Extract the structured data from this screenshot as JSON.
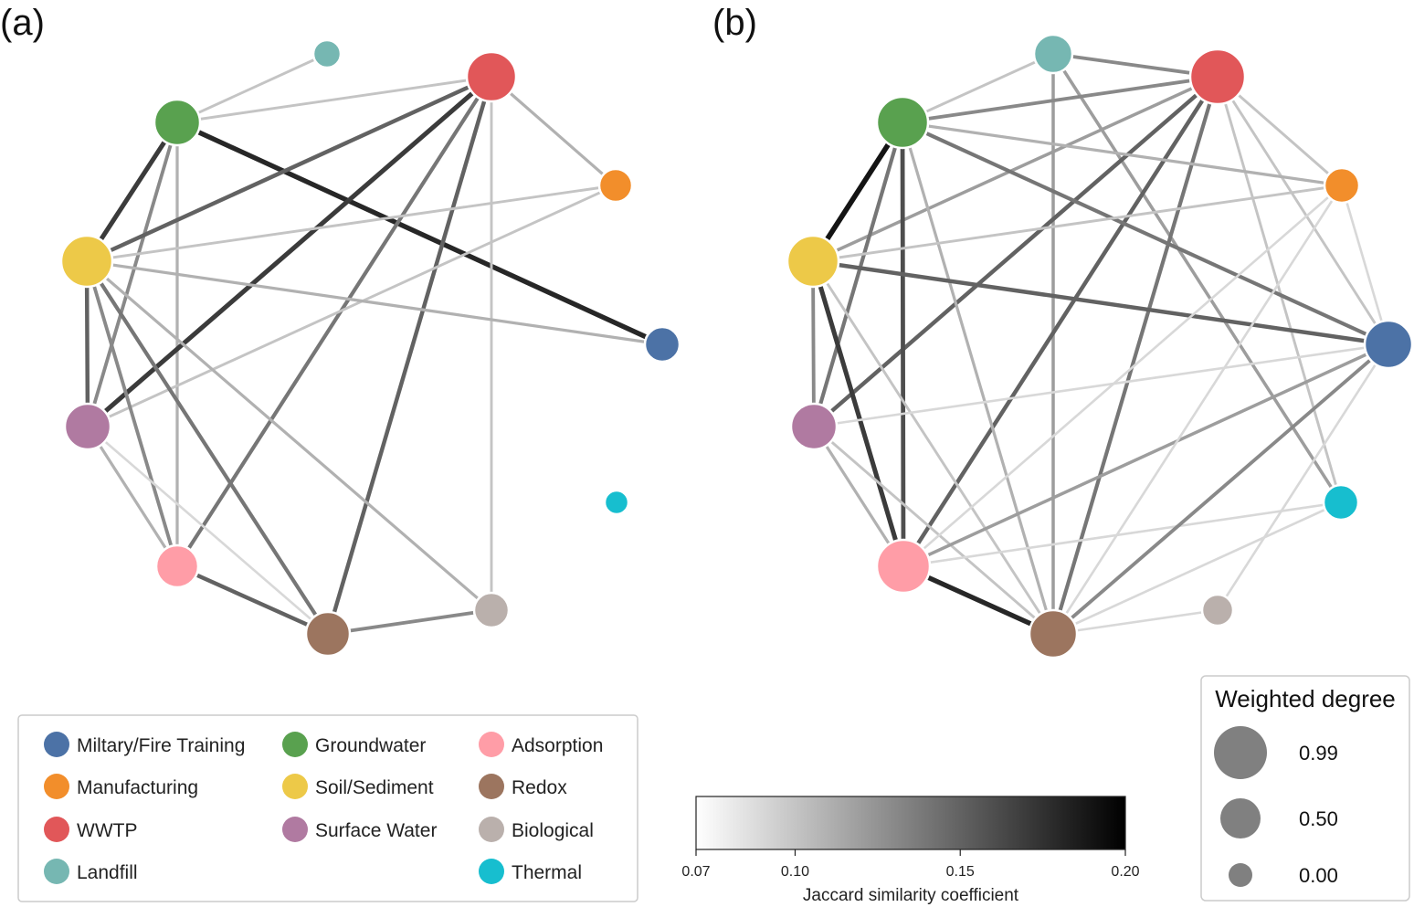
{
  "panels": [
    {
      "label": "(a)",
      "edges": [
        [
          "Groundwater",
          "Landfill",
          0.1
        ],
        [
          "Groundwater",
          "WWTP",
          0.1
        ],
        [
          "Groundwater",
          "Soil/Sediment",
          0.17
        ],
        [
          "Groundwater",
          "Surface Water",
          0.13
        ],
        [
          "Groundwater",
          "Adsorption",
          0.11
        ],
        [
          "Groundwater",
          "Miltary/Fire Training",
          0.18
        ],
        [
          "WWTP",
          "Manufacturing",
          0.11
        ],
        [
          "WWTP",
          "Soil/Sediment",
          0.15
        ],
        [
          "WWTP",
          "Surface Water",
          0.17
        ],
        [
          "WWTP",
          "Adsorption",
          0.14
        ],
        [
          "WWTP",
          "Redox",
          0.15
        ],
        [
          "WWTP",
          "Biological",
          0.1
        ],
        [
          "Manufacturing",
          "Soil/Sediment",
          0.1
        ],
        [
          "Manufacturing",
          "Surface Water",
          0.1
        ],
        [
          "Soil/Sediment",
          "Miltary/Fire Training",
          0.11
        ],
        [
          "Soil/Sediment",
          "Surface Water",
          0.15
        ],
        [
          "Soil/Sediment",
          "Adsorption",
          0.13
        ],
        [
          "Soil/Sediment",
          "Redox",
          0.14
        ],
        [
          "Soil/Sediment",
          "Biological",
          0.11
        ],
        [
          "Surface Water",
          "Adsorption",
          0.11
        ],
        [
          "Surface Water",
          "Redox",
          0.09
        ],
        [
          "Adsorption",
          "Redox",
          0.15
        ],
        [
          "Redox",
          "Biological",
          0.13
        ]
      ]
    },
    {
      "label": "(b)",
      "edges": [
        [
          "Landfill",
          "WWTP",
          0.13
        ],
        [
          "Landfill",
          "Groundwater",
          0.1
        ],
        [
          "Landfill",
          "Redox",
          0.12
        ],
        [
          "Landfill",
          "Thermal",
          0.12
        ],
        [
          "WWTP",
          "Groundwater",
          0.13
        ],
        [
          "WWTP",
          "Soil/Sediment",
          0.12
        ],
        [
          "WWTP",
          "Surface Water",
          0.15
        ],
        [
          "WWTP",
          "Adsorption",
          0.15
        ],
        [
          "WWTP",
          "Redox",
          0.14
        ],
        [
          "WWTP",
          "Manufacturing",
          0.1
        ],
        [
          "WWTP",
          "Miltary/Fire Training",
          0.1
        ],
        [
          "WWTP",
          "Thermal",
          0.1
        ],
        [
          "Groundwater",
          "Soil/Sediment",
          0.19
        ],
        [
          "Groundwater",
          "Surface Water",
          0.14
        ],
        [
          "Groundwater",
          "Adsorption",
          0.16
        ],
        [
          "Groundwater",
          "Redox",
          0.11
        ],
        [
          "Groundwater",
          "Miltary/Fire Training",
          0.14
        ],
        [
          "Groundwater",
          "Manufacturing",
          0.11
        ],
        [
          "Soil/Sediment",
          "Surface Water",
          0.13
        ],
        [
          "Soil/Sediment",
          "Adsorption",
          0.17
        ],
        [
          "Soil/Sediment",
          "Redox",
          0.1
        ],
        [
          "Soil/Sediment",
          "Miltary/Fire Training",
          0.15
        ],
        [
          "Soil/Sediment",
          "Manufacturing",
          0.1
        ],
        [
          "Surface Water",
          "Adsorption",
          0.11
        ],
        [
          "Surface Water",
          "Redox",
          0.1
        ],
        [
          "Surface Water",
          "Miltary/Fire Training",
          0.09
        ],
        [
          "Adsorption",
          "Redox",
          0.18
        ],
        [
          "Adsorption",
          "Miltary/Fire Training",
          0.12
        ],
        [
          "Adsorption",
          "Manufacturing",
          0.09
        ],
        [
          "Adsorption",
          "Thermal",
          0.09
        ],
        [
          "Redox",
          "Miltary/Fire Training",
          0.13
        ],
        [
          "Redox",
          "Biological",
          0.09
        ],
        [
          "Redox",
          "Manufacturing",
          0.09
        ],
        [
          "Redox",
          "Thermal",
          0.09
        ],
        [
          "Biological",
          "Miltary/Fire Training",
          0.09
        ],
        [
          "Manufacturing",
          "Miltary/Fire Training",
          0.09
        ]
      ]
    }
  ],
  "legend": [
    {
      "label": "Miltary/Fire Training",
      "color": "#4c72a6"
    },
    {
      "label": "Manufacturing",
      "color": "#f28e2b"
    },
    {
      "label": "WWTP",
      "color": "#e15759"
    },
    {
      "label": "Landfill",
      "color": "#76b7b2"
    },
    {
      "label": "Groundwater",
      "color": "#59a14f"
    },
    {
      "label": "Soil/Sediment",
      "color": "#edc948"
    },
    {
      "label": "Surface Water",
      "color": "#b07aa1"
    },
    {
      "label": "Adsorption",
      "color": "#ff9da7"
    },
    {
      "label": "Redox",
      "color": "#9c755f"
    },
    {
      "label": "Biological",
      "color": "#bab0ac"
    },
    {
      "label": "Thermal",
      "color": "#17becf"
    }
  ],
  "colorbar": {
    "min": 0.07,
    "max": 0.2,
    "ticks": [
      "0.07",
      "0.10",
      "0.15",
      "0.20"
    ],
    "label": "Jaccard similarity coefficient"
  },
  "size_legend": {
    "title": "Weighted degree",
    "entries": [
      "0.99",
      "0.50",
      "0.00"
    ]
  }
}
